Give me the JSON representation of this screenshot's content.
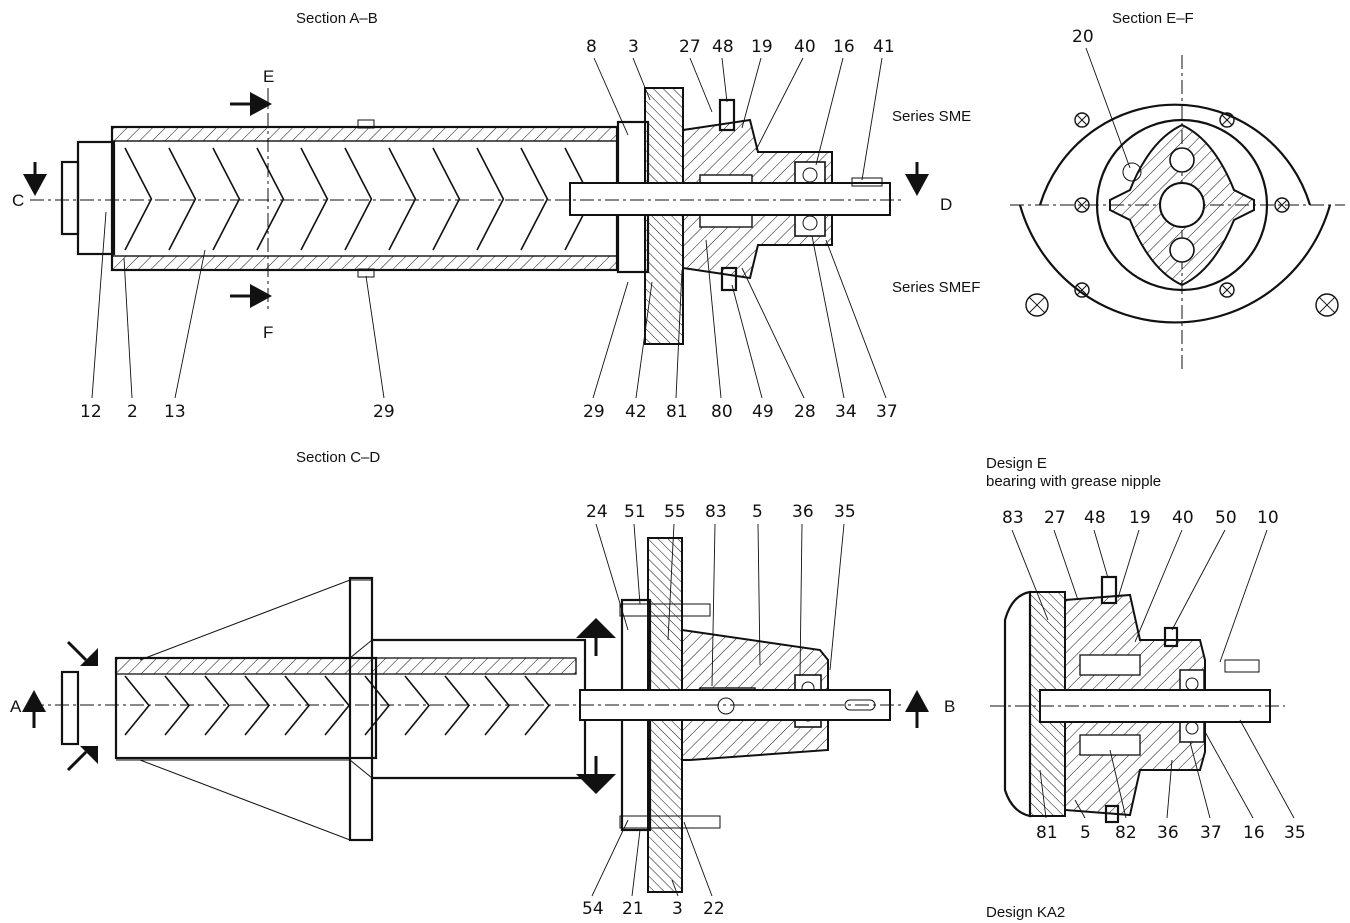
{
  "titles": {
    "section_ab": "Section A–B",
    "section_ef": "Section E–F",
    "section_cd": "Section C–D",
    "series_sme": "Series SME",
    "series_smef": "Series SMEF",
    "design_e_line1": "Design E",
    "design_e_line2": "bearing with grease nipple",
    "design_ka2": "Design KA2"
  },
  "section_letters": {
    "a": "A",
    "b": "B",
    "c": "C",
    "d": "D",
    "e": "E",
    "f": "F"
  },
  "ab_labels": {
    "top": [
      "8",
      "3",
      "27",
      "48",
      "19",
      "40",
      "16",
      "41"
    ],
    "bottom": [
      "12",
      "2",
      "13",
      "29",
      "29",
      "42",
      "81",
      "80",
      "49",
      "28",
      "34",
      "37"
    ]
  },
  "ef_labels": {
    "top": [
      "20"
    ]
  },
  "cd_labels": {
    "top": [
      "24",
      "51",
      "55",
      "83",
      "5",
      "36",
      "35"
    ],
    "bottom": [
      "54",
      "21",
      "3",
      "22"
    ]
  },
  "de_labels": {
    "top": [
      "83",
      "27",
      "48",
      "19",
      "40",
      "50",
      "10"
    ],
    "bottom": [
      "81",
      "5",
      "82",
      "36",
      "37",
      "16",
      "35"
    ]
  }
}
